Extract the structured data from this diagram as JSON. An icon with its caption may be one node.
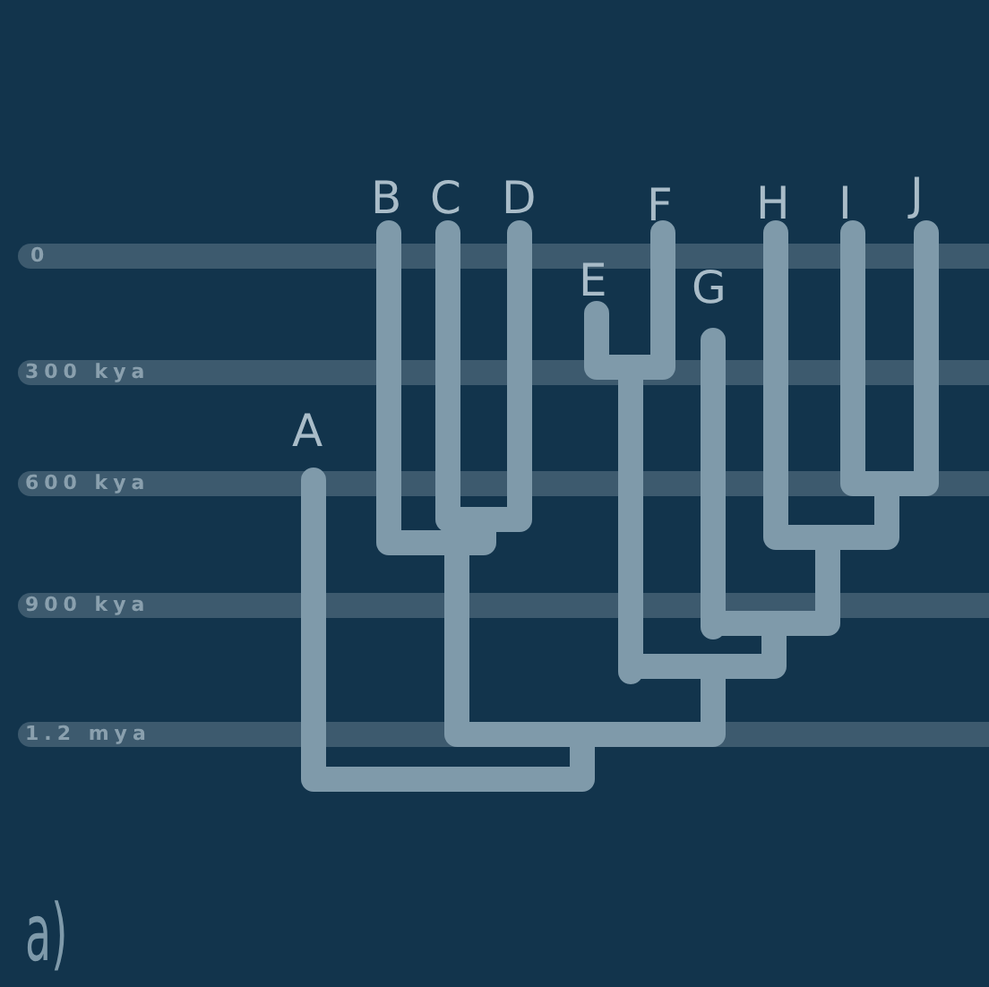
{
  "diagram": {
    "labels": [
      "0",
      "300 kya",
      "600 kya",
      "900 kya",
      "1.2 mya",
      "A",
      "B",
      "C",
      "D",
      "E",
      "F",
      "G",
      "H",
      "I",
      "J",
      "a)"
    ]
  }
}
